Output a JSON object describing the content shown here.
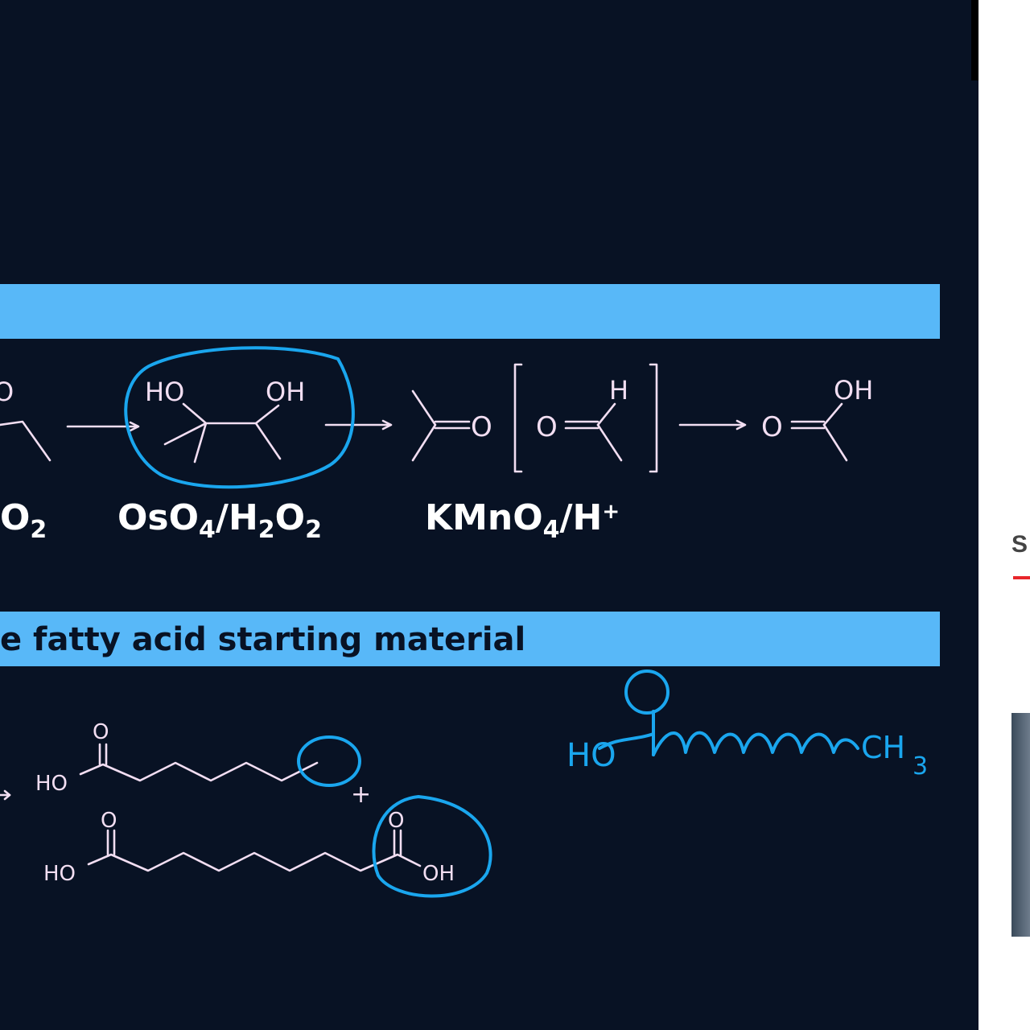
{
  "colors": {
    "slide_bg": "#081224",
    "band": "#58b8f8",
    "structure_lines": "#f2def2",
    "annotation_ink": "#1aa6ee",
    "side_accent": "#e8262b"
  },
  "band2": {
    "text": "e fatty acid starting material"
  },
  "reagents": {
    "left": {
      "sub_tail": "2",
      "main": "O"
    },
    "osmium": {
      "os": "OsO",
      "sub4": "4",
      "slash_h": "/H",
      "sub2a": "2",
      "o": "O",
      "sub2b": "2"
    },
    "permanganate": {
      "k": "KMnO",
      "sub4": "4",
      "slash_h": "/H",
      "plus": "+"
    }
  },
  "scheme1": {
    "partial_atom": "O",
    "diol": {
      "left_label": "HO",
      "right_label": "OH"
    },
    "ketone": {
      "o": "O"
    },
    "aldehyde": {
      "o": "O",
      "h": "H"
    },
    "acid": {
      "o": "O",
      "oh": "OH"
    }
  },
  "scheme2": {
    "top_chain": {
      "carbonyl_o": "O",
      "ho": "HO"
    },
    "plus": "+",
    "bottom_chain": {
      "carbonyl_o_left": "O",
      "ho": "HO",
      "carbonyl_o_right": "O",
      "oh": "OH"
    }
  },
  "annotation": {
    "ho": "HO",
    "carbonyl_o": "O",
    "ch": "CH",
    "sub3": "3"
  },
  "side": {
    "letter": "S"
  }
}
